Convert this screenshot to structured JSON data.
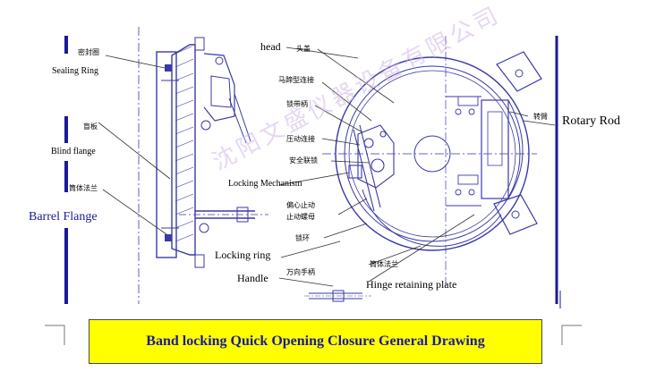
{
  "labels": {
    "sealing_ring_cn": "密封圈",
    "sealing_ring_en": "Sealing Ring",
    "blind_flange_cn": "盲板",
    "blind_flange_en": "Blind flange",
    "barrel_flange_cn": "筒体法兰",
    "barrel_flange_en": "Barrel Flange",
    "head_en": "head",
    "head_cn": "头盖",
    "horseshoe_cn": "马蹄型连接",
    "lock_band_handle_cn": "锁带柄",
    "press_connect_cn": "压动连接",
    "safety_lock_cn": "安全联锁",
    "locking_mechanism_en": "Locking Mechanism",
    "eccentric_stop_cn_1": "偏心止动",
    "eccentric_stop_cn_2": "止动螺母",
    "lock_ring_cn": "锁环",
    "locking_ring_en": "Locking ring",
    "handle_en": "Handle",
    "direction_handle_cn": "万向手柄",
    "barrel_flange2_cn": "筒体法兰",
    "hinge_plate_en": "Hinge retaining plate",
    "rotary_arm_cn": "转臂",
    "rotary_rod_en": "Rotary Rod"
  },
  "caption": "Band locking Quick Opening Closure General Drawing",
  "watermark": "沈阳文盛仪器设备有限公司",
  "colors": {
    "caption_bg": "#ffff00",
    "caption_text": "#1a1a9a",
    "drawing_line": "#3a3aa8",
    "marker_bar": "#1a1a9a",
    "watermark": "#d2b8e6"
  }
}
